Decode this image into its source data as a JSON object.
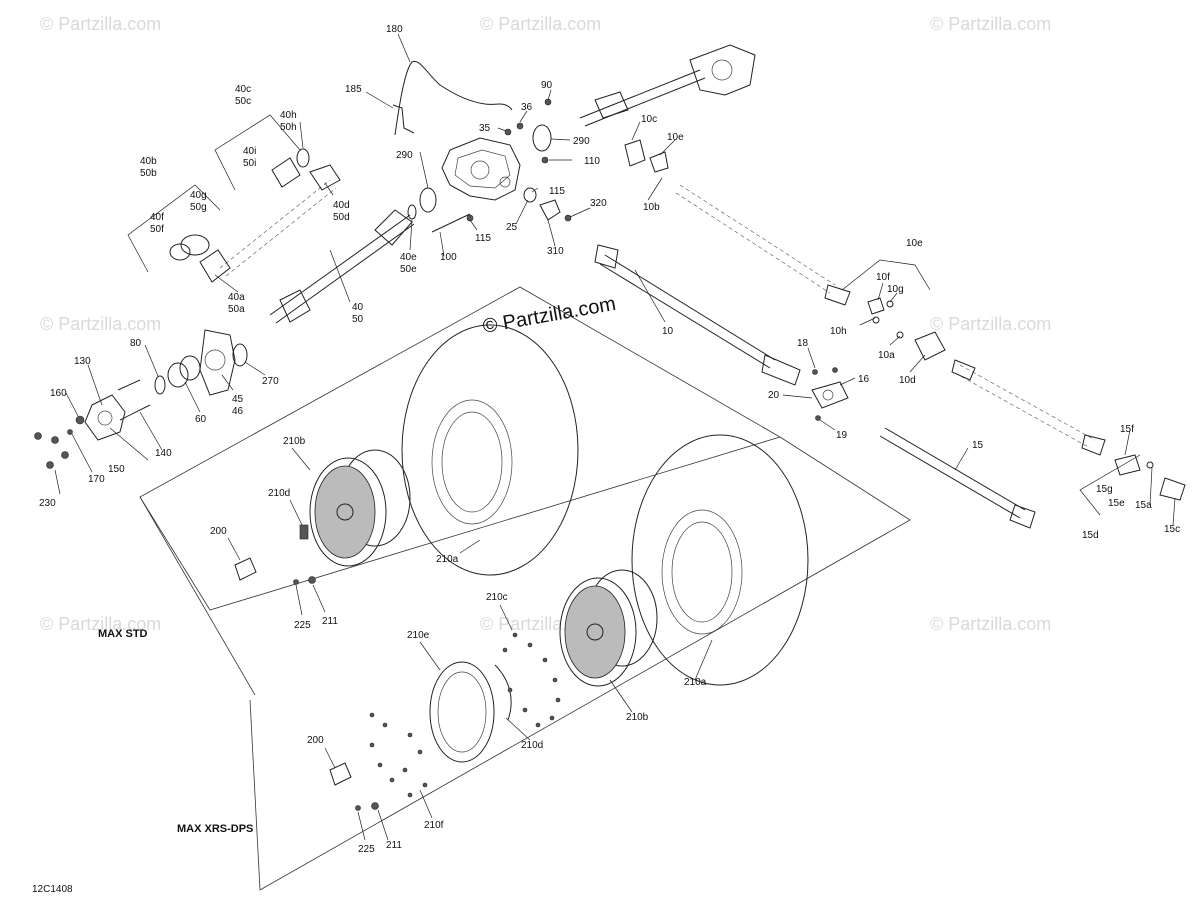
{
  "watermark": {
    "main": "© Partzilla.com",
    "faint": "© Partzilla.com"
  },
  "variants": {
    "std": "MAX STD",
    "xrs": "MAX XRS-DPS"
  },
  "drawing_code": "12C1408",
  "callouts": {
    "c180": "180",
    "c185": "185",
    "c90": "90",
    "c36": "36",
    "c35": "35",
    "c290a": "290",
    "c110": "110",
    "c290b": "290",
    "c115a": "115",
    "c115b": "115",
    "c320": "320",
    "c25": "25",
    "c310": "310",
    "c100": "100",
    "c40c": "40c",
    "c50c": "50c",
    "c40h": "40h",
    "c50h": "50h",
    "c40i": "40i",
    "c50i": "50i",
    "c40d": "40d",
    "c50d": "50d",
    "c40e": "40e",
    "c50e": "50e",
    "c40b": "40b",
    "c50b": "50b",
    "c40g": "40g",
    "c50g": "50g",
    "c40f": "40f",
    "c50f": "50f",
    "c40a": "40a",
    "c50a": "50a",
    "c40": "40",
    "c50": "50",
    "c10c": "10c",
    "c10e_top": "10e",
    "c10b": "10b",
    "c10e": "10e",
    "c10f": "10f",
    "c10g": "10g",
    "c10h": "10h",
    "c10a": "10a",
    "c10d": "10d",
    "c10": "10",
    "c18": "18",
    "c16": "16",
    "c20": "20",
    "c19": "19",
    "c15": "15",
    "c15f": "15f",
    "c15g": "15g",
    "c15e": "15e",
    "c15a": "15a",
    "c15d": "15d",
    "c15c": "15c",
    "c80": "80",
    "c130": "130",
    "c160": "160",
    "c170": "170",
    "c150": "150",
    "c140": "140",
    "c230": "230",
    "c60": "60",
    "c45": "45",
    "c46": "46",
    "c270": "270",
    "c210b": "210b",
    "c210d": "210d",
    "c200": "200",
    "c225": "225",
    "c211": "211",
    "c210a": "210a",
    "c210c": "210c",
    "c210e": "210e",
    "c210a2": "210a",
    "c210b2": "210b",
    "c210d2": "210d",
    "c200b": "200",
    "c225b": "225",
    "c211b": "211",
    "c210f": "210f"
  }
}
